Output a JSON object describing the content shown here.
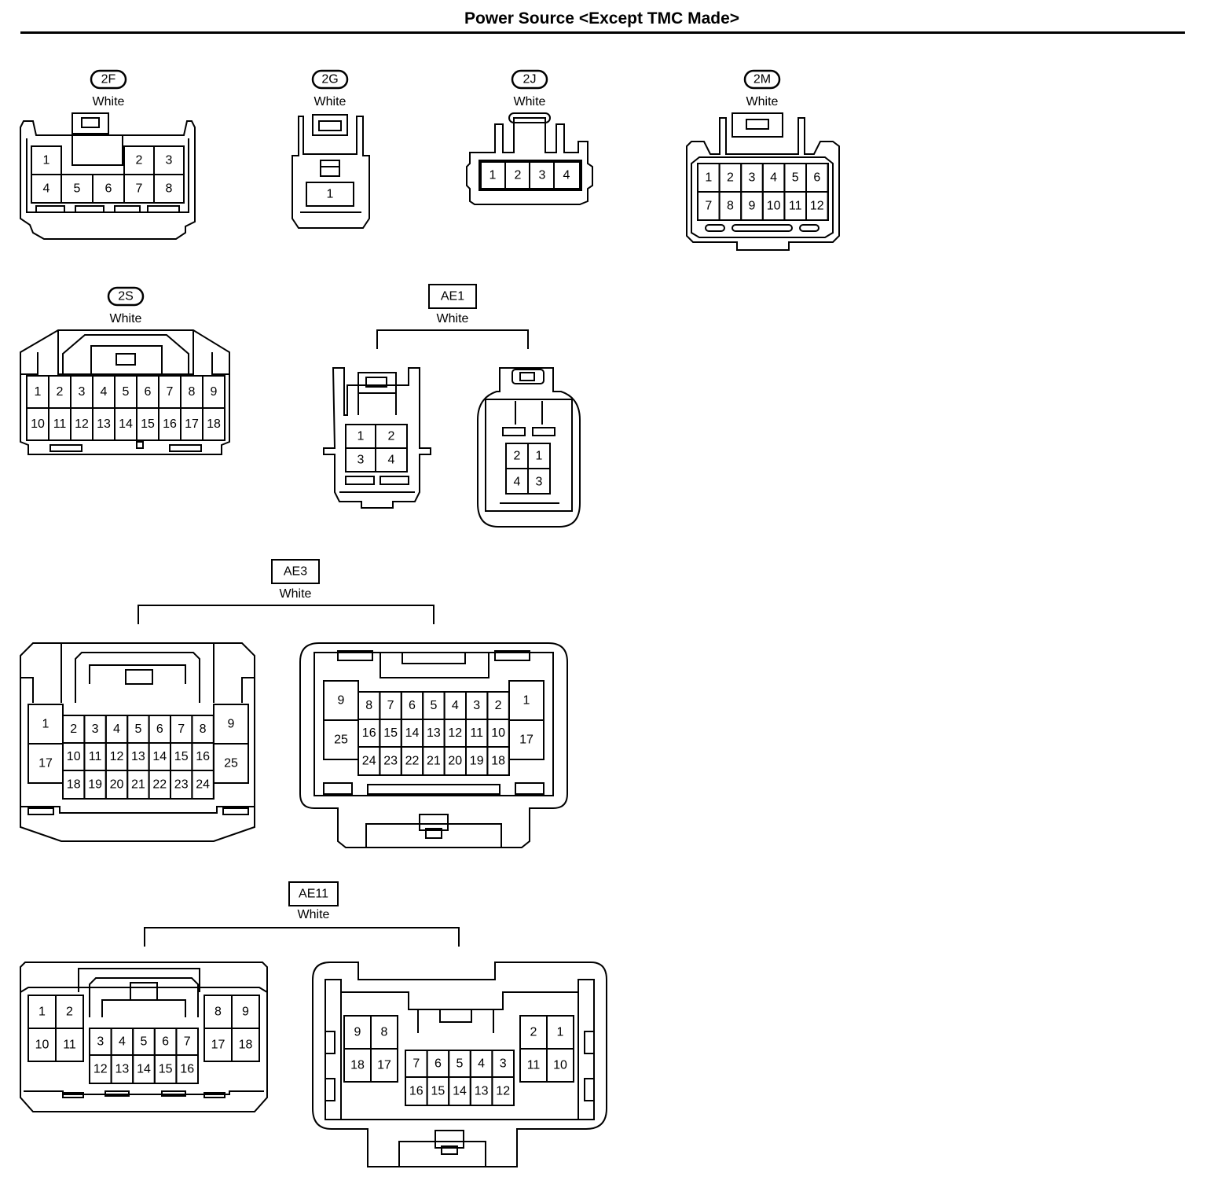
{
  "title": "Power Source <Except TMC Made>",
  "connectors": [
    {
      "id": "2F",
      "label": "2F",
      "color_text": "White",
      "label_style": "oval",
      "pins": [
        "1",
        "2",
        "3",
        "4",
        "5",
        "6",
        "7",
        "8"
      ]
    },
    {
      "id": "2G",
      "label": "2G",
      "color_text": "White",
      "label_style": "oval",
      "pins": [
        "1"
      ]
    },
    {
      "id": "2J",
      "label": "2J",
      "color_text": "White",
      "label_style": "oval",
      "pins": [
        "1",
        "2",
        "3",
        "4"
      ]
    },
    {
      "id": "2M",
      "label": "2M",
      "color_text": "White",
      "label_style": "oval",
      "pins": [
        "1",
        "2",
        "3",
        "4",
        "5",
        "6",
        "7",
        "8",
        "9",
        "10",
        "11",
        "12"
      ]
    },
    {
      "id": "2S",
      "label": "2S",
      "color_text": "White",
      "label_style": "oval",
      "pins": [
        "1",
        "2",
        "3",
        "4",
        "5",
        "6",
        "7",
        "8",
        "9",
        "10",
        "11",
        "12",
        "13",
        "14",
        "15",
        "16",
        "17",
        "18"
      ]
    },
    {
      "id": "AE1",
      "label": "AE1",
      "color_text": "White",
      "label_style": "box",
      "pins_left": [
        "1",
        "2",
        "3",
        "4"
      ],
      "pins_right": [
        "2",
        "1",
        "4",
        "3"
      ]
    },
    {
      "id": "AE3",
      "label": "AE3",
      "color_text": "White",
      "label_style": "box",
      "pins_left": [
        "1",
        "2",
        "3",
        "4",
        "5",
        "6",
        "7",
        "8",
        "9",
        "17",
        "10",
        "11",
        "12",
        "13",
        "14",
        "15",
        "16",
        "25",
        "18",
        "19",
        "20",
        "21",
        "22",
        "23",
        "24"
      ],
      "pins_right": [
        "9",
        "8",
        "7",
        "6",
        "5",
        "4",
        "3",
        "2",
        "1",
        "25",
        "16",
        "15",
        "14",
        "13",
        "12",
        "11",
        "10",
        "17",
        "24",
        "23",
        "22",
        "21",
        "20",
        "19",
        "18"
      ]
    },
    {
      "id": "AE11",
      "label": "AE11",
      "color_text": "White",
      "label_style": "box",
      "pins_left": [
        "1",
        "2",
        "8",
        "9",
        "10",
        "11",
        "17",
        "18",
        "3",
        "4",
        "5",
        "6",
        "7",
        "12",
        "13",
        "14",
        "15",
        "16"
      ],
      "pins_right": [
        "9",
        "8",
        "2",
        "1",
        "18",
        "17",
        "11",
        "10",
        "7",
        "6",
        "5",
        "4",
        "3",
        "16",
        "15",
        "14",
        "13",
        "12"
      ]
    }
  ]
}
